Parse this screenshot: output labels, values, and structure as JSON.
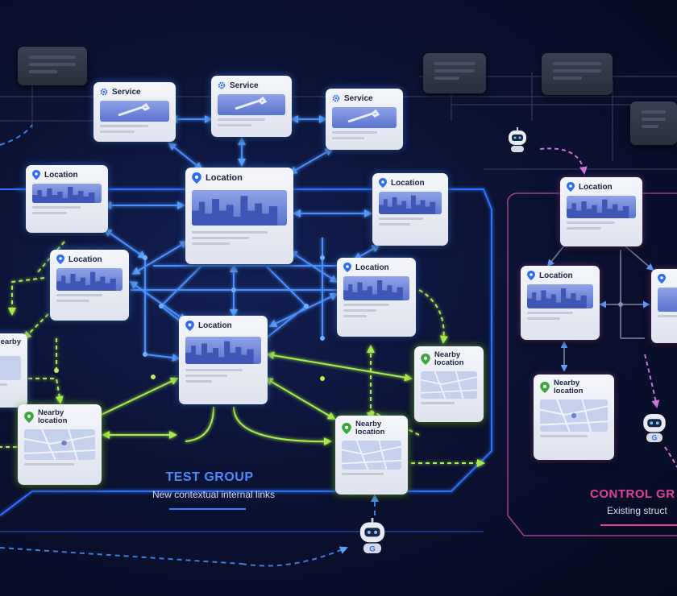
{
  "labels": {
    "service": "Service",
    "location": "Location",
    "nearby_location": "Nearby location",
    "nearby_line1": "Nearby",
    "nearby_line2": "location"
  },
  "groups": {
    "test_title": "TEST GROUP",
    "test_subtitle": "New contextual internal links",
    "control_title": "CONTROL GR",
    "control_subtitle": "Existing struct"
  },
  "robot_badge": "G",
  "colors": {
    "background": "#0a1026",
    "test_link": "#3b82ff",
    "nearby_link": "#9be53a",
    "control_link": "#b050c8",
    "test_title": "#4a8dff",
    "control_title": "#e0409a",
    "pin_blue": "#2f6df0",
    "pin_green": "#3aa83a"
  },
  "icons": [
    "gear-icon",
    "location-pin-icon",
    "map-pin-icon",
    "robot-crawler-icon",
    "wrench-icon"
  ]
}
